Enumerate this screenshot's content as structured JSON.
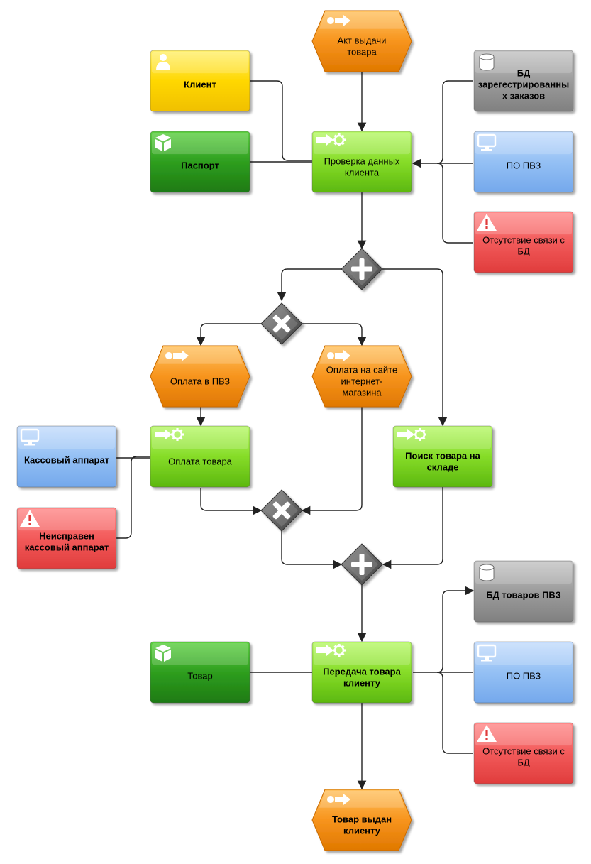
{
  "nodes": {
    "ev_start": {
      "type": "event",
      "lines": [
        "Акт выдачи",
        "товара"
      ],
      "bold": false
    },
    "client": {
      "type": "role",
      "lines": [
        "Клиент"
      ],
      "bold": true
    },
    "passport": {
      "type": "object",
      "lines": [
        "Паспорт"
      ],
      "bold": true
    },
    "check": {
      "type": "function",
      "lines": [
        "Проверка данных",
        "клиента"
      ],
      "bold": false
    },
    "db_orders": {
      "type": "database",
      "lines": [
        "БД",
        "зарегестрированны",
        "х заказов"
      ],
      "bold": true
    },
    "po1": {
      "type": "system",
      "lines": [
        "ПО ПВЗ"
      ],
      "bold": false
    },
    "risk1": {
      "type": "risk",
      "lines": [
        "Отсутствие связи с",
        "БД"
      ],
      "bold": false
    },
    "ev_pvz": {
      "type": "event",
      "lines": [
        "Оплата в ПВЗ"
      ],
      "bold": false
    },
    "ev_site": {
      "type": "event",
      "lines": [
        "Оплата на сайте",
        "интернет-",
        "магазина"
      ],
      "bold": false
    },
    "cashbox": {
      "type": "system",
      "lines": [
        "Кассовый аппарат"
      ],
      "bold": true
    },
    "pay": {
      "type": "function",
      "lines": [
        "Оплата товара"
      ],
      "bold": false
    },
    "search": {
      "type": "function",
      "lines": [
        "Поиск товара на",
        "складе"
      ],
      "bold": true
    },
    "risk_cash": {
      "type": "risk",
      "lines": [
        "Неисправен",
        "кассовый аппарат"
      ],
      "bold": true
    },
    "db_goods": {
      "type": "database",
      "lines": [
        "БД товаров ПВЗ"
      ],
      "bold": true
    },
    "goods": {
      "type": "object",
      "lines": [
        "Товар"
      ],
      "bold": false
    },
    "transfer": {
      "type": "function",
      "lines": [
        "Передача товара",
        "клиенту"
      ],
      "bold": true
    },
    "po2": {
      "type": "system",
      "lines": [
        "ПО ПВЗ"
      ],
      "bold": false
    },
    "risk2": {
      "type": "risk",
      "lines": [
        "Отсутствие связи с",
        "БД"
      ],
      "bold": false
    },
    "ev_end": {
      "type": "event",
      "lines": [
        "Товар выдан",
        "клиенту"
      ],
      "bold": true
    }
  },
  "gateways": {
    "and_split": {
      "type": "and"
    },
    "xor_split": {
      "type": "xor"
    },
    "xor_join": {
      "type": "xor"
    },
    "and_join": {
      "type": "and"
    }
  },
  "colors": {
    "event": "#f7941d",
    "function": "#7ed321",
    "role": "#ffd700",
    "object": "#2e9e1f",
    "database": "#9a9a9a",
    "system": "#8ab8f0",
    "risk": "#f05050",
    "gateway": "#6a6a6a"
  }
}
